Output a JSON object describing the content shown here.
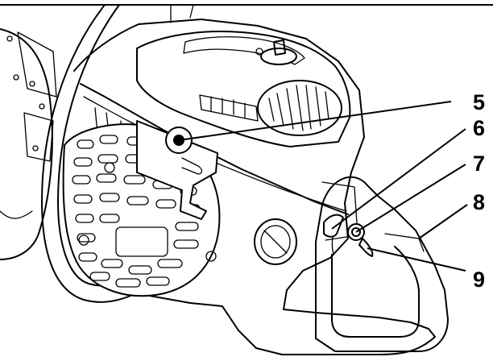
{
  "callouts": [
    {
      "number": "5",
      "target": "choke-knob"
    },
    {
      "number": "6",
      "target": "stop-switch"
    },
    {
      "number": "7",
      "target": "throttle-lock"
    },
    {
      "number": "8",
      "target": "rear-handle"
    },
    {
      "number": "9",
      "target": "throttle-trigger"
    }
  ],
  "colors": {
    "ink": "#000000",
    "paper": "#ffffff"
  }
}
